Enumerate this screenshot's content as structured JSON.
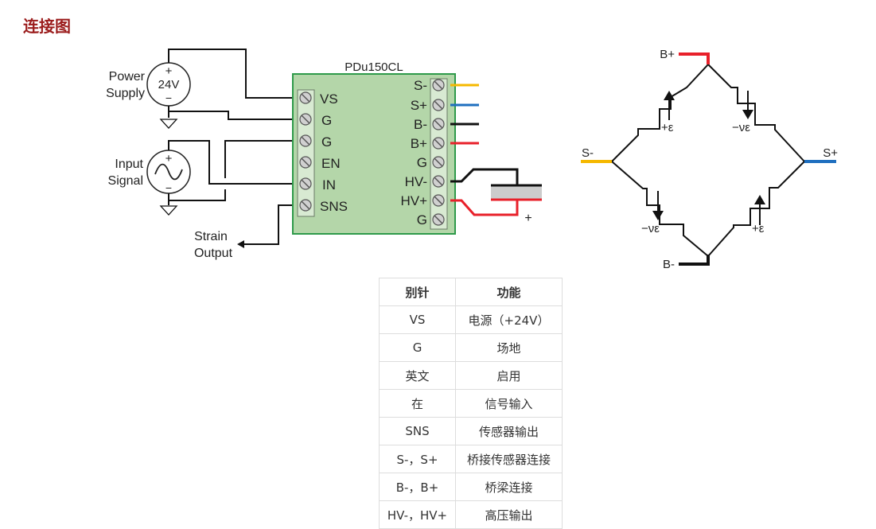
{
  "page": {
    "heading": "连接图"
  },
  "wiring_diagram": {
    "board_name": "PDu150CL",
    "power_supply": {
      "label_line1": "Power",
      "label_line2": "Supply",
      "voltage": "24V",
      "plus": "+",
      "minus": "−"
    },
    "input_signal": {
      "label_line1": "Input",
      "label_line2": "Signal",
      "plus": "+",
      "minus": "−"
    },
    "strain_output": {
      "label_line1": "Strain",
      "label_line2": "Output"
    },
    "left_terminals": [
      "VS",
      "G",
      "G",
      "EN",
      "IN",
      "SNS"
    ],
    "right_terminals": [
      "S-",
      "S+",
      "B-",
      "B+",
      "G",
      "HV-",
      "HV+",
      "G"
    ],
    "load_plus": "+",
    "wire_colors": {
      "s_minus": "#f5b800",
      "s_plus": "#1f6fbf",
      "b_minus": "#111111",
      "b_plus": "#e8202a",
      "board_fill": "#b4d6a9",
      "board_border": "#2e9a4a"
    }
  },
  "bridge_diagram": {
    "nodes": {
      "top": "B+",
      "bottom": "B-",
      "left": "S-",
      "right": "S+"
    },
    "gauge_labels": {
      "top_left": "+ε",
      "top_right": "−νε",
      "bottom_left": "−νε",
      "bottom_right": "+ε"
    }
  },
  "pin_table": {
    "headers": [
      "别针",
      "功能"
    ],
    "rows": [
      [
        "VS",
        "电源（+24V）"
      ],
      [
        "G",
        "场地"
      ],
      [
        "英文",
        "启用"
      ],
      [
        "在",
        "信号输入"
      ],
      [
        "SNS",
        "传感器输出"
      ],
      [
        "S-，S+",
        "桥接传感器连接"
      ],
      [
        "B-，B+",
        "桥梁连接"
      ],
      [
        "HV-，HV+",
        "高压输出"
      ]
    ]
  }
}
